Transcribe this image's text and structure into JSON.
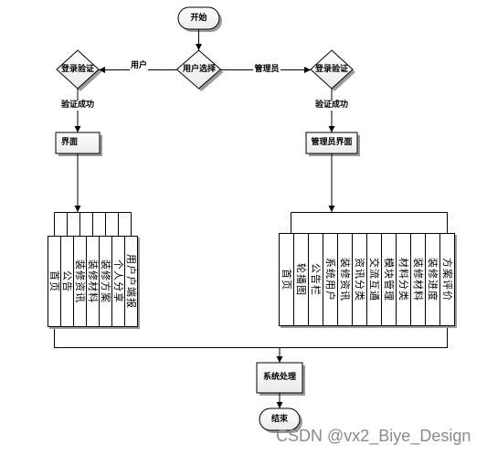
{
  "diagram": {
    "start": "开始",
    "decision": "用户选择",
    "branch_user": "用户",
    "branch_admin": "管理员",
    "user_login_check": "登录验证",
    "admin_login_check": "登录验证",
    "user_login_success": "验证成功",
    "admin_login_success": "验证成功",
    "user_interface": "界面",
    "admin_interface": "管理员界面",
    "user_modules": [
      "首页",
      "公告",
      "装修资讯",
      "装修材料",
      "装修方案",
      "个人分享",
      "用户户端报"
    ],
    "admin_modules": [
      "首页",
      "轮播图",
      "公告栏",
      "系统用户",
      "装修资讯",
      "资讯分类",
      "交流互通",
      "模块管理",
      "材料分类",
      "装修材料",
      "装修进度",
      "方案评价"
    ],
    "process": "系统处理",
    "end": "结束"
  },
  "watermark": "CSDN @vx2_Biye_Design",
  "colors": {
    "line": "#000000",
    "shadow": "#9a9a9a",
    "watermark": "#8a8a8a"
  }
}
